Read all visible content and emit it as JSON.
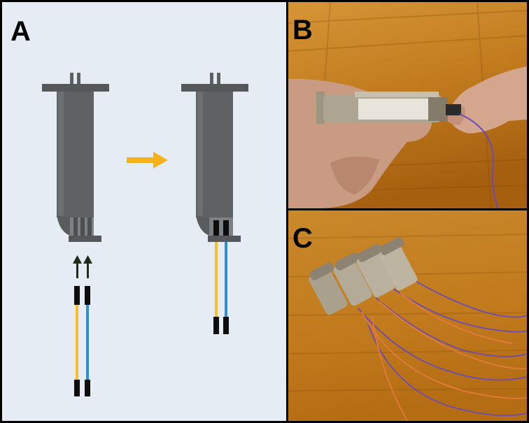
{
  "panels": [
    {
      "letter": "A",
      "content": "schematic"
    },
    {
      "letter": "B",
      "content": "photo"
    },
    {
      "letter": "C",
      "content": "photo"
    }
  ],
  "colors": {
    "panel_a_background": "#e6ecf4",
    "housing": "#5f6164",
    "flange": "#55585b",
    "arrow": "#f5b21b",
    "small_arrows": "#1f2d1a",
    "wire_yellow": "#f5c02c",
    "wire_blue": "#2e8ed8",
    "connector": "#0d0d0d",
    "wood": "#c5811f",
    "device_body": "#a9a08e",
    "wire_purple": "#6b4bb5",
    "wire_orange": "#e27a3e"
  },
  "icons": [
    "right-arrow-icon",
    "up-arrow-icon"
  ]
}
